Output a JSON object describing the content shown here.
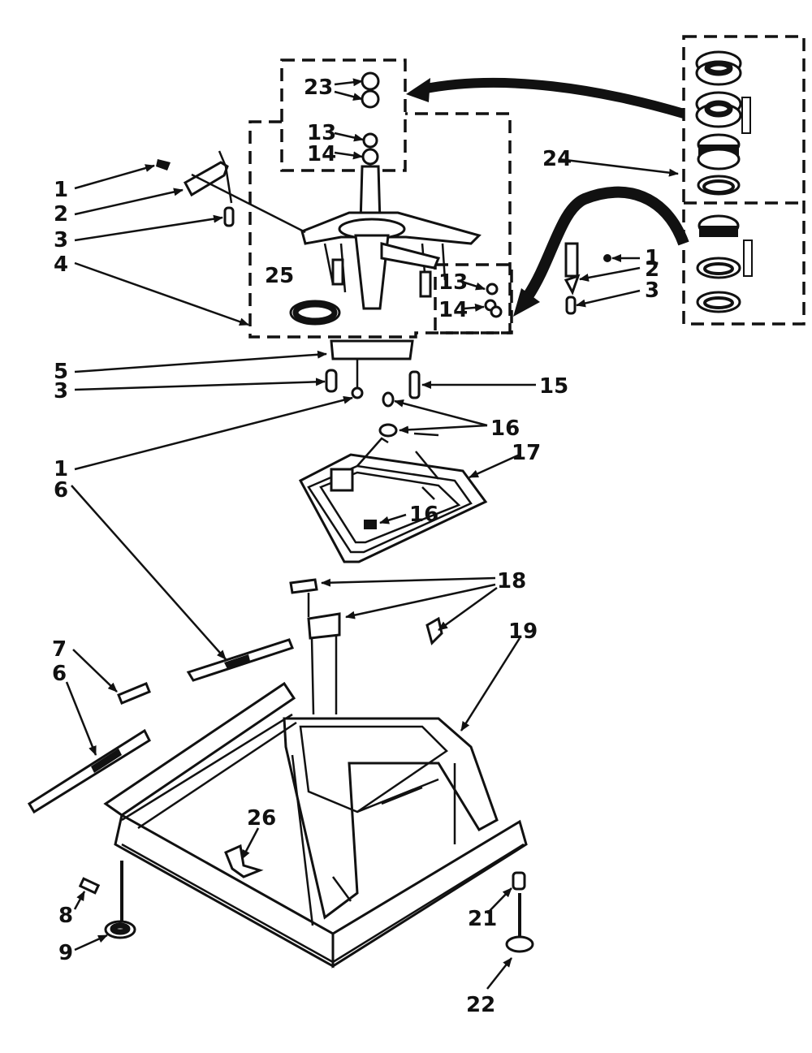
{
  "diagram": {
    "callouts": {
      "n1": "1",
      "n2": "2",
      "n3": "3",
      "n4": "4",
      "n5": "5",
      "n6": "6",
      "n7": "7",
      "n8": "8",
      "n9": "9",
      "n13": "13",
      "n14": "14",
      "n15": "15",
      "n16": "16",
      "n17": "17",
      "n18": "18",
      "n19": "19",
      "n21": "21",
      "n22": "22",
      "n23": "23",
      "n24": "24",
      "n25": "25",
      "n26": "26"
    }
  },
  "colors": {
    "ink": "#111111",
    "paper": "#ffffff"
  }
}
